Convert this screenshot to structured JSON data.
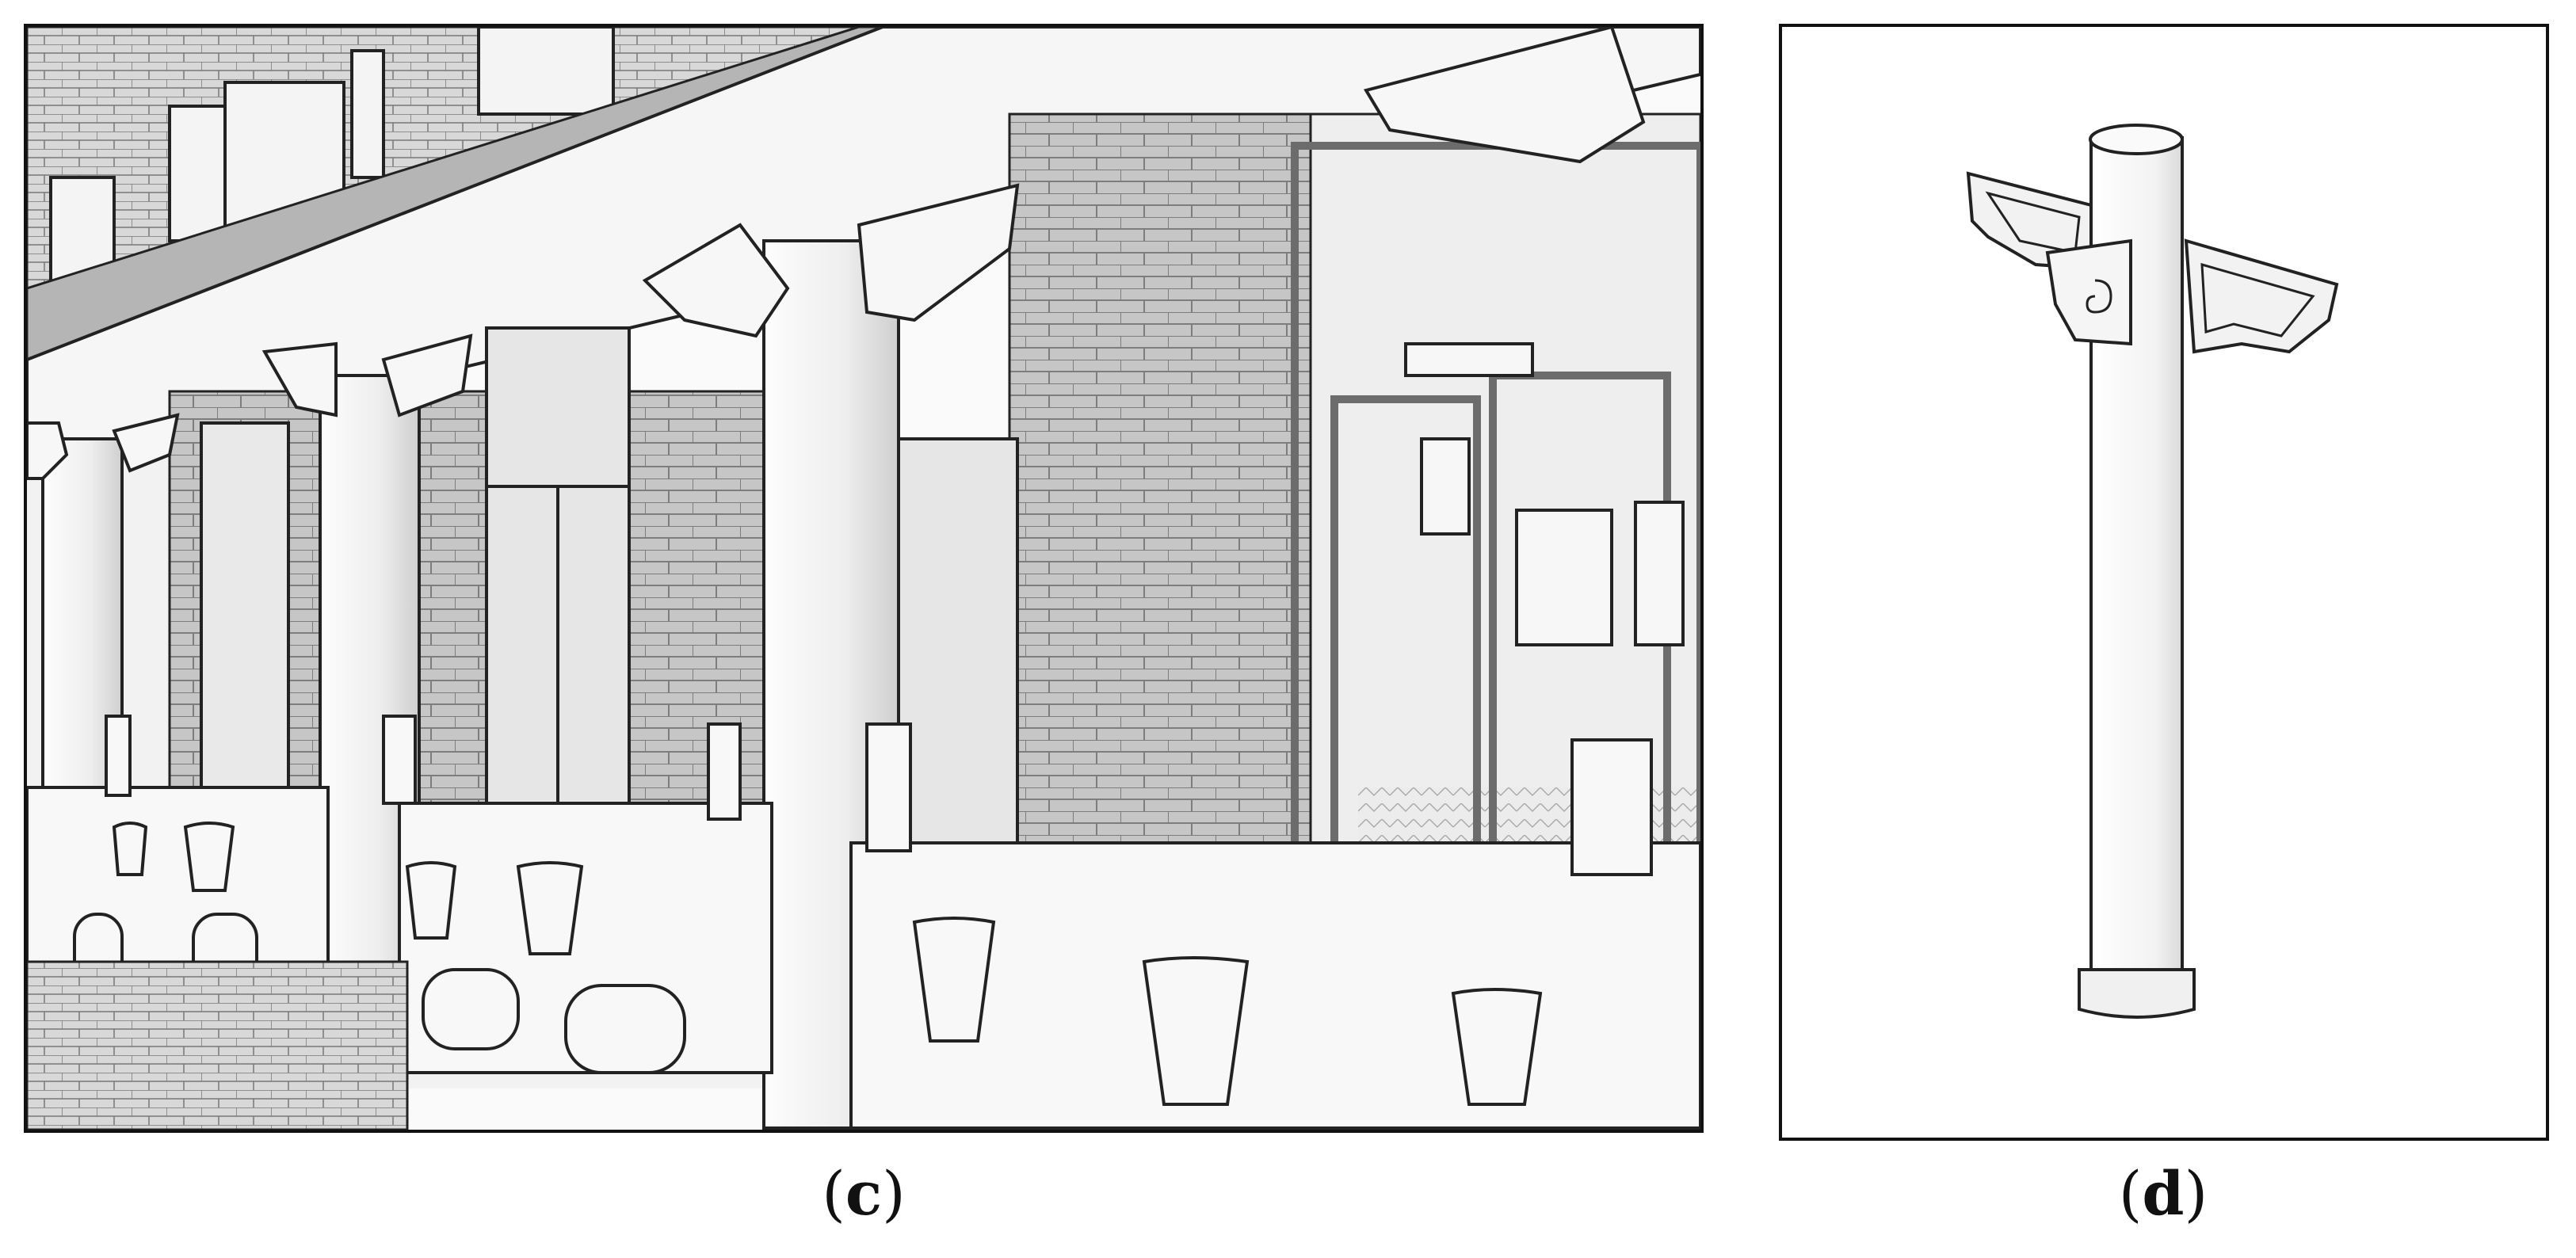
{
  "figure": {
    "panels": [
      {
        "id": "c",
        "caption_letter": "c"
      },
      {
        "id": "d",
        "caption_letter": "d"
      }
    ],
    "colors": {
      "line": "#222222",
      "brick": "#c9c9c9",
      "brick_dark": "#8f8f8f",
      "wall_light": "#eeeeee",
      "frame": "#7a7a7a",
      "white": "#ffffff"
    },
    "icons": [
      "column-illustration",
      "bracket-ornament",
      "balustrade",
      "brick-wall",
      "window"
    ]
  }
}
